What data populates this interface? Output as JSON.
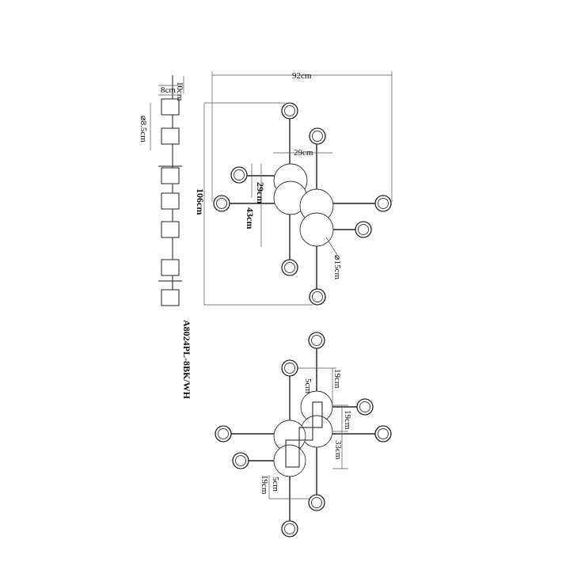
{
  "model_code": "A8024PL-8BK/WH",
  "side_view": {
    "dim_top": "10cm",
    "dim_width": "8cm",
    "dim_diameter": "⌀8.5cm"
  },
  "front_view": {
    "dim_width": "92cm",
    "dim_height": "106cm",
    "dim_globe_width": "29cm",
    "dim_globe_a": "29cm",
    "dim_globe_b": "43cm",
    "dim_globe_diameter": "⌀15cm"
  },
  "top_view": {
    "dim_top_right": "19cm",
    "dim_top_offset": "5cm",
    "dim_right_a": "19cm",
    "dim_right_b": "33cm",
    "dim_bottom_offset": "5cm",
    "dim_bottom_left": "19cm"
  }
}
